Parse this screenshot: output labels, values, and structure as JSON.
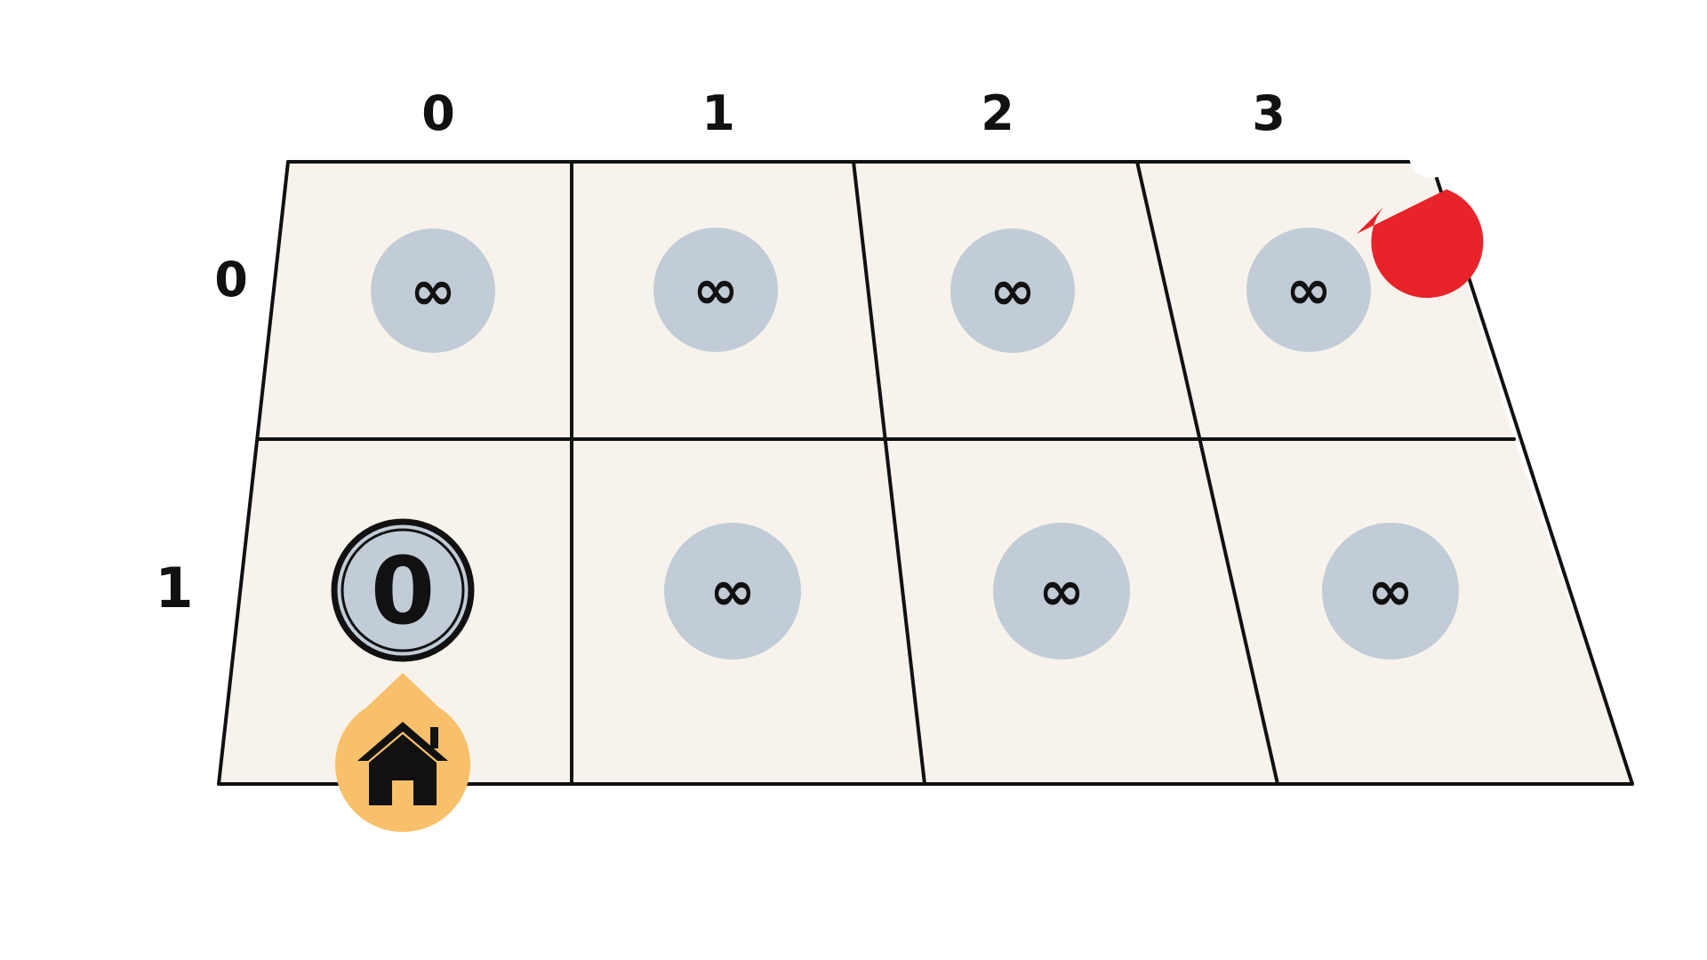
{
  "grid": {
    "col_labels": [
      "0",
      "1",
      "2",
      "3"
    ],
    "row_labels": [
      "0",
      "1"
    ],
    "cells": [
      [
        "∞",
        "∞",
        "∞",
        "∞"
      ],
      [
        "0",
        "∞",
        "∞",
        "∞"
      ]
    ],
    "start": {
      "row": 1,
      "col": 0,
      "icon": "home-icon"
    },
    "goal": {
      "row": 0,
      "col": 3,
      "icon": "map-pin-icon"
    }
  },
  "colors": {
    "cell_fill": "#f7f3ec",
    "grid_line": "#111111",
    "distance_circle": "#c1ccd6",
    "home_marker": "#f8c06a",
    "goal_pin": "#e8232a"
  }
}
